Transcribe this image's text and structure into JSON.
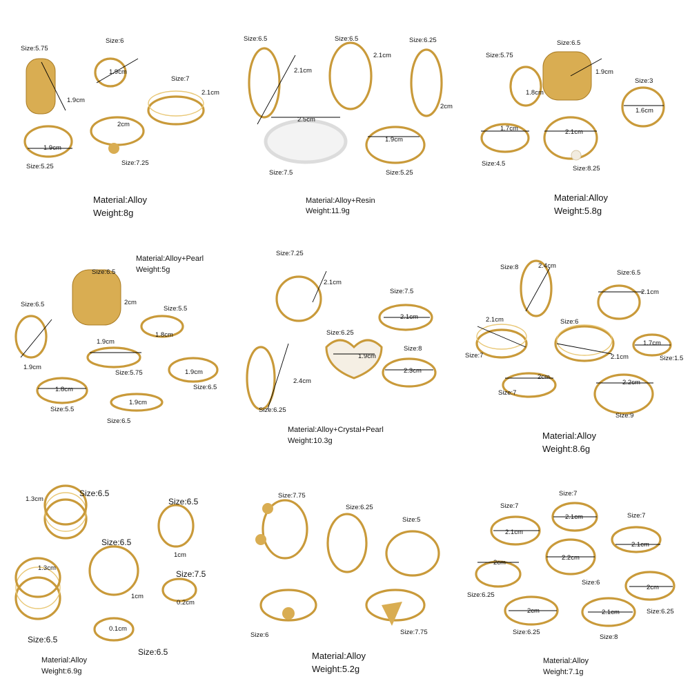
{
  "panels": [
    {
      "labels": [
        "Size:5.75",
        "Size:6",
        "1.9cm",
        "Size:7",
        "1.9cm",
        "2.1cm",
        "2cm",
        "1.9cm",
        "Size:5.25",
        "Size:7.25"
      ],
      "material": "Material:Alloy",
      "weight": "Weight:8g"
    },
    {
      "labels": [
        "Size:6.5",
        "Size:6.5",
        "Size:6.25",
        "2.1cm",
        "2.1cm",
        "2cm",
        "2.5cm",
        "1.9cm",
        "Size:7.5",
        "Size:5.25"
      ],
      "material": "Material:Alloy+Resin",
      "weight": "Weight:11.9g"
    },
    {
      "labels": [
        "Size:6.5",
        "Size:5.75",
        "1.9cm",
        "Size:3",
        "1.8cm",
        "1.6cm",
        "1.7cm",
        "2.1cm",
        "Size:4.5",
        "Size:8.25"
      ],
      "material": "Material:Alloy",
      "weight": "Weight:5.8g"
    },
    {
      "labels": [
        "Size:6.5",
        "2cm",
        "Size:6.5",
        "Size:5.5",
        "1.8cm",
        "1.9cm",
        "1.9cm",
        "Size:5.75",
        "1.9cm",
        "1.8cm",
        "Size:6.5",
        "Size:5.5",
        "1.9cm",
        "Size:6.5"
      ],
      "material": "Material:Alloy+Pearl",
      "weight": "Weight:5g"
    },
    {
      "labels": [
        "Size:7.25",
        "2.1cm",
        "Size:7.5",
        "2.1cm",
        "Size:6.25",
        "1.9cm",
        "Size:8",
        "2.3cm",
        "2.4cm",
        "Size:6.25"
      ],
      "material": "Material:Alloy+Crystal+Pearl",
      "weight": "Weight:10.3g"
    },
    {
      "labels": [
        "Size:8",
        "2.4cm",
        "Size:6.5",
        "2.1cm",
        "2.1cm",
        "Size:6",
        "Size:7",
        "2.1cm",
        "1.7cm",
        "Size:1.5",
        "2cm",
        "Size:7",
        "2.2cm",
        "Size:9"
      ],
      "material": "Material:Alloy",
      "weight": "Weight:8.6g"
    },
    {
      "labels": [
        "1.3cm",
        "Size:6.5",
        "Size:6.5",
        "Size:6.5",
        "1cm",
        "1.3cm",
        "1cm",
        "Size:7.5",
        "0.2cm",
        "Size:6.5",
        "0.1cm",
        "Size:6.5"
      ],
      "material": "Material:Alloy",
      "weight": "Weight:6.9g"
    },
    {
      "labels": [
        "Size:7.75",
        "Size:6.25",
        "Size:5",
        "Size:6",
        "Size:7.75"
      ],
      "material": "Material:Alloy",
      "weight": "Weight:5.2g"
    },
    {
      "labels": [
        "Size:7",
        "Size:7",
        "2.1cm",
        "2.1cm",
        "Size:7",
        "2.1cm",
        "2.2cm",
        "2cm",
        "Size:6",
        "2cm",
        "Size:6.25",
        "2cm",
        "2.1cm",
        "Size:6.25",
        "Size:6.25",
        "Size:8"
      ],
      "material": "Material:Alloy",
      "weight": "Weight:7.1g"
    }
  ]
}
